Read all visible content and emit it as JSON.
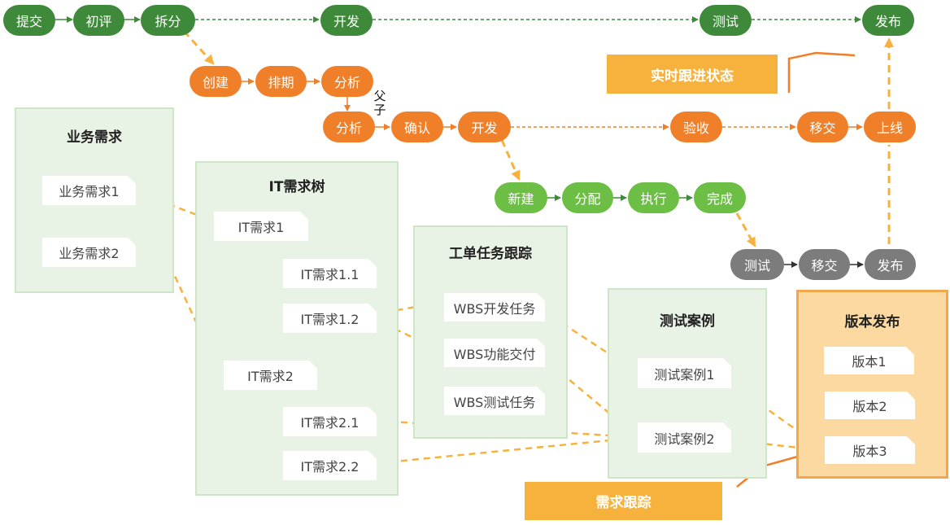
{
  "top_flow": {
    "submit": "提交",
    "initial_review": "初评",
    "split": "拆分",
    "develop": "开发",
    "test": "测试",
    "release": "发布"
  },
  "req_flow": {
    "create": "创建",
    "schedule": "排期",
    "analyze": "分析"
  },
  "parent_child": {
    "char1": "父",
    "char2": "子"
  },
  "mid_flow": {
    "analyze": "分析",
    "confirm": "确认",
    "develop": "开发",
    "accept": "验收",
    "handover": "移交",
    "go_live": "上线"
  },
  "task_flow": {
    "new": "新建",
    "assign": "分配",
    "execute": "执行",
    "complete": "完成"
  },
  "test_flow": {
    "test": "测试",
    "handover": "移交",
    "release": "发布"
  },
  "banners": {
    "realtime_tracking": "实时跟进状态",
    "req_tracking": "需求跟踪"
  },
  "business_panel": {
    "title": "业务需求",
    "items": [
      "业务需求1",
      "业务需求2"
    ]
  },
  "it_tree_panel": {
    "title": "IT需求树",
    "items": [
      "IT需求1",
      "IT需求1.1",
      "IT需求1.2",
      "IT需求2",
      "IT需求2.1",
      "IT需求2.2"
    ]
  },
  "work_order_panel": {
    "title": "工单任务跟踪",
    "items": [
      "WBS开发任务",
      "WBS功能交付",
      "WBS测试任务"
    ]
  },
  "test_case_panel": {
    "title": "测试案例",
    "items": [
      "测试案例1",
      "测试案例2"
    ]
  },
  "version_panel": {
    "title": "版本发布",
    "items": [
      "版本1",
      "版本2",
      "版本3"
    ]
  },
  "colors": {
    "dark_green": "#3f8a3a",
    "orange": "#f07f2a",
    "light_green": "#6cbf44",
    "gray": "#7c7c7c",
    "dashed_link": "#f6b23c",
    "tree_line": "#f07f2a",
    "panel_bg": "#e9f3e5",
    "version_bg": "#fbd9a0"
  }
}
